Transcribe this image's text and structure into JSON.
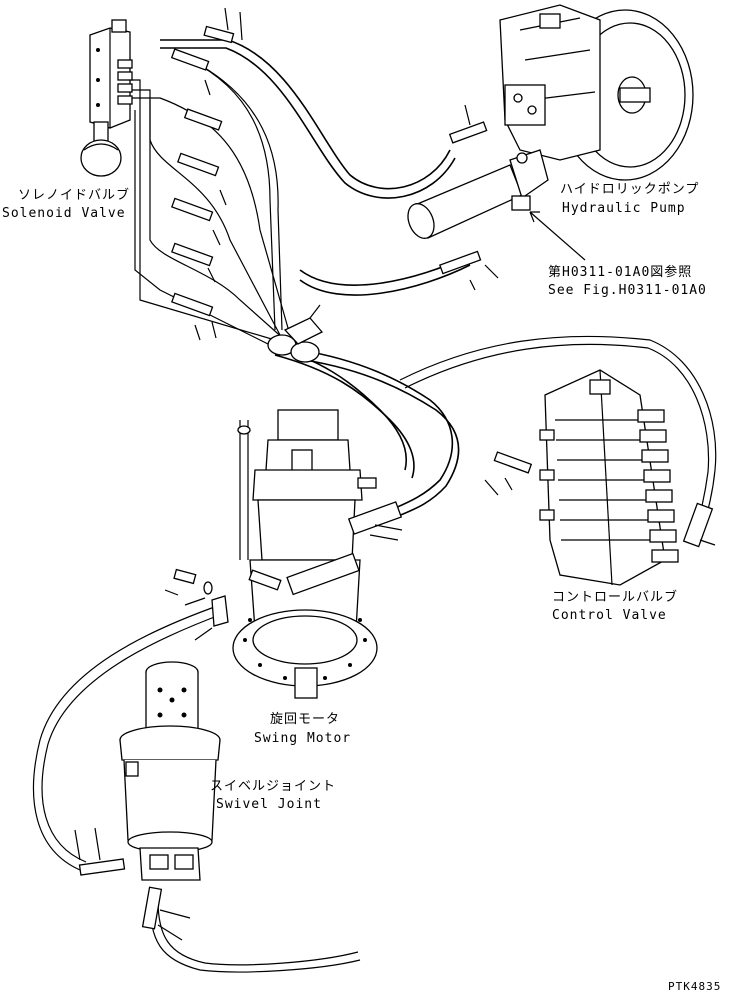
{
  "labels": {
    "solenoid_jp": "ソレノイドバルブ",
    "solenoid_en": "Solenoid Valve",
    "pump_jp": "ハイドロリックポンプ",
    "pump_en": "Hydraulic Pump",
    "ref_jp": "第H0311-01A0図参照",
    "ref_en": "See Fig.H0311-01A0",
    "control_jp": "コントロールバルブ",
    "control_en": "Control Valve",
    "swing_jp": "旋回モータ",
    "swing_en": "Swing Motor",
    "swivel_jp": "スイベルジョイント",
    "swivel_en": "Swivel Joint",
    "drawing_code": "PTK4835"
  },
  "icons": {
    "solenoid_valve": "solenoid-valve-icon",
    "hydraulic_pump": "hydraulic-pump-icon",
    "control_valve": "control-valve-icon",
    "swing_motor": "swing-motor-icon",
    "swivel_joint": "swivel-joint-icon"
  }
}
